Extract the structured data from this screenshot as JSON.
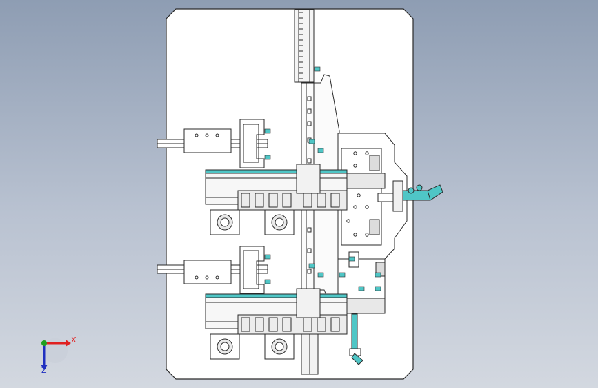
{
  "viewport": {
    "background_top": "#8e9db3",
    "background_bottom": "#d3d8e0"
  },
  "drawing": {
    "sheet_color": "#ffffff",
    "line_color": "#2a2a2a",
    "accent_color": "#4fc6c6",
    "description_icons": [
      "linear-rail",
      "cylinder",
      "gripper",
      "bracket",
      "mounting-plate"
    ]
  },
  "triad": {
    "x_axis": "X",
    "z_axis": "Z",
    "x_color": "#e02020",
    "y_color": "#20a020",
    "z_color": "#2030c0"
  }
}
